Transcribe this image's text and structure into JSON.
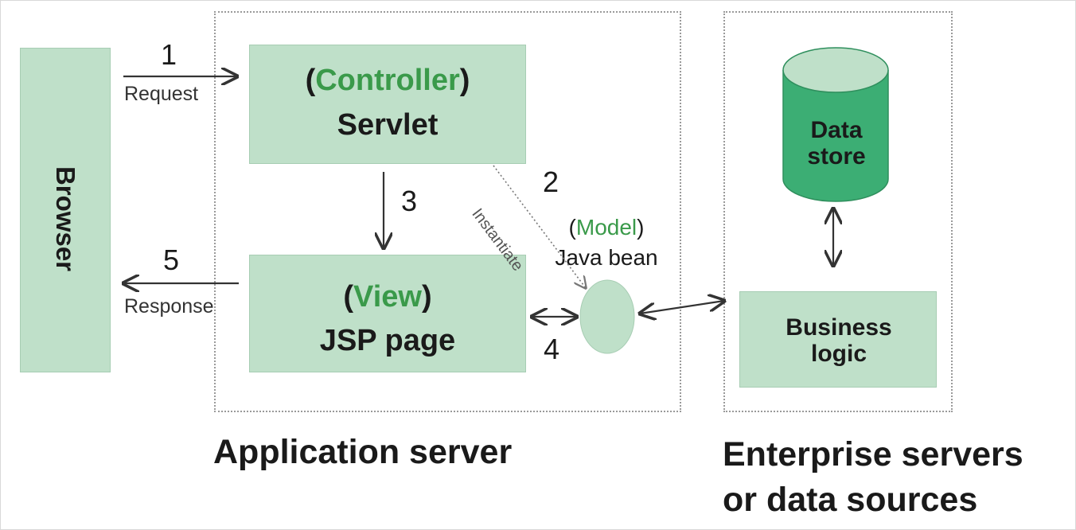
{
  "browser": {
    "label": "Browser"
  },
  "controller": {
    "paren_open": "(",
    "role": "Controller",
    "paren_close": ")",
    "name": "Servlet"
  },
  "view": {
    "paren_open": "(",
    "role": "View",
    "paren_close": ")",
    "name": "JSP page"
  },
  "model": {
    "paren_open": "(",
    "role": "Model",
    "paren_close": ")",
    "name": "Java bean"
  },
  "data_store": {
    "line1": "Data",
    "line2": "store"
  },
  "business_logic": {
    "line1": "Business",
    "line2": "logic"
  },
  "steps": {
    "s1": "1",
    "s1_label": "Request",
    "s2": "2",
    "s2_label": "Instantiate",
    "s3": "3",
    "s4": "4",
    "s5": "5",
    "s5_label": "Response"
  },
  "captions": {
    "app_server": "Application server",
    "enterprise_line1": "Enterprise servers",
    "enterprise_line2": "or data sources"
  },
  "colors": {
    "box_fill": "#bfe0c9",
    "accent_green": "#3a9a4a",
    "text": "#1a1a1a"
  }
}
